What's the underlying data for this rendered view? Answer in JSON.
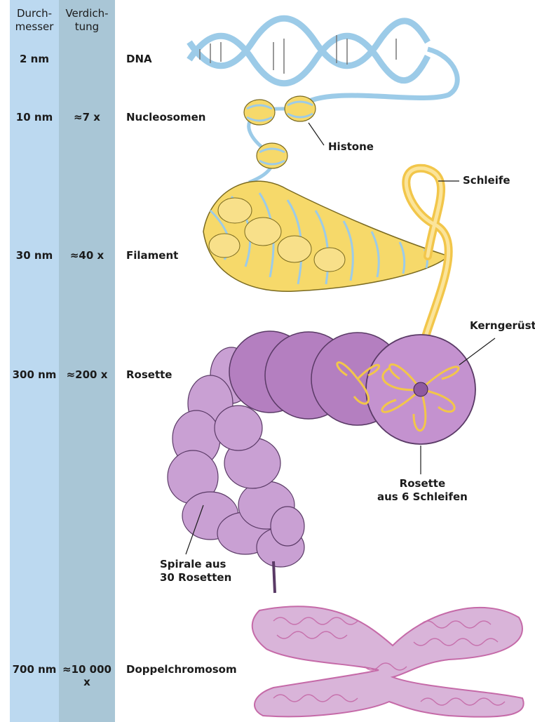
{
  "headers": {
    "diameter": "Durch-\nmesser",
    "compaction": "Verdich-\ntung"
  },
  "levels": [
    {
      "diameter": "2 nm",
      "compaction": "",
      "name": "DNA"
    },
    {
      "diameter": "10 nm",
      "compaction": "≈7 x",
      "name": "Nucleosomen"
    },
    {
      "diameter": "30 nm",
      "compaction": "≈40 x",
      "name": "Filament"
    },
    {
      "diameter": "300 nm",
      "compaction": "≈200 x",
      "name": "Rosette"
    },
    {
      "diameter": "700 nm",
      "compaction": "≈10 000 x",
      "name": "Doppelchromosom"
    }
  ],
  "labels": {
    "histone": "Histone",
    "loop": "Schleife",
    "scaffold": "Kerngerüst",
    "rosette_loops": "Rosette\naus 6 Schleifen",
    "spiral": "Spirale aus\n30 Rosetten"
  },
  "colors": {
    "diameter_column": "#bcd9f0",
    "compaction_column": "#a9c6d6",
    "dna_strand": "#9ccbe8",
    "histone": "#f6d96a",
    "rosette": "#b47fc0",
    "chromosome": "#c56aa8"
  }
}
